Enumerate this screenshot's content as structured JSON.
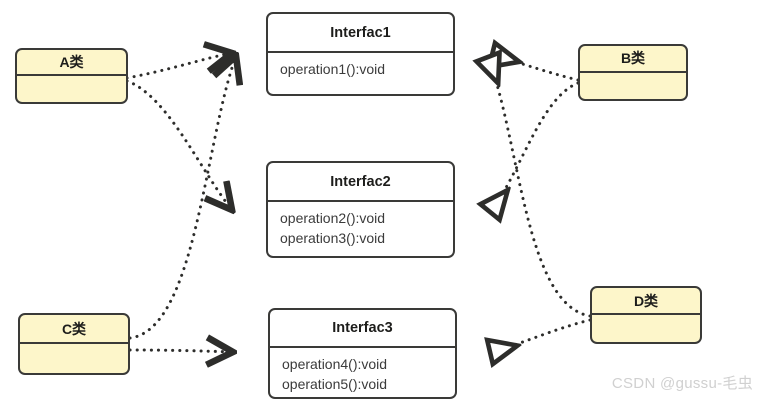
{
  "diagram": {
    "title": "UML Interface Segregation Diagram",
    "colors": {
      "class_fill": "#fdf6ca",
      "interface_fill": "#ffffff",
      "stroke": "#3a3a38",
      "text": "#1d1d1b",
      "op_text": "#3b3b3b",
      "watermark": "#d0d0d0"
    },
    "classes": [
      {
        "id": "A",
        "name": "A类",
        "attrs": ""
      },
      {
        "id": "B",
        "name": "B类",
        "attrs": ""
      },
      {
        "id": "C",
        "name": "C类",
        "attrs": ""
      },
      {
        "id": "D",
        "name": "D类",
        "attrs": ""
      }
    ],
    "interfaces": [
      {
        "id": "I1",
        "name": "Interfac1",
        "operations": [
          "operation1():void"
        ]
      },
      {
        "id": "I2",
        "name": "Interfac2",
        "operations": [
          "operation2():void",
          "operation3():void"
        ]
      },
      {
        "id": "I3",
        "name": "Interfac3",
        "operations": [
          "operation4():void",
          "operation5():void"
        ]
      }
    ],
    "relations": [
      {
        "from": "A",
        "to": "I1",
        "style": "dotted",
        "arrow": "open-v"
      },
      {
        "from": "A",
        "to": "I2",
        "style": "dotted",
        "arrow": "open-v"
      },
      {
        "from": "C",
        "to": "I1",
        "style": "dotted",
        "arrow": "open-v"
      },
      {
        "from": "C",
        "to": "I3",
        "style": "dotted",
        "arrow": "open-v"
      },
      {
        "from": "B",
        "to": "I1",
        "style": "dotted",
        "arrow": "hollow-triangle"
      },
      {
        "from": "B",
        "to": "I2",
        "style": "dotted",
        "arrow": "hollow-triangle"
      },
      {
        "from": "D",
        "to": "I1",
        "style": "dotted",
        "arrow": "hollow-triangle"
      },
      {
        "from": "D",
        "to": "I3",
        "style": "dotted",
        "arrow": "hollow-triangle"
      }
    ],
    "watermark": "CSDN @gussu-毛虫"
  }
}
